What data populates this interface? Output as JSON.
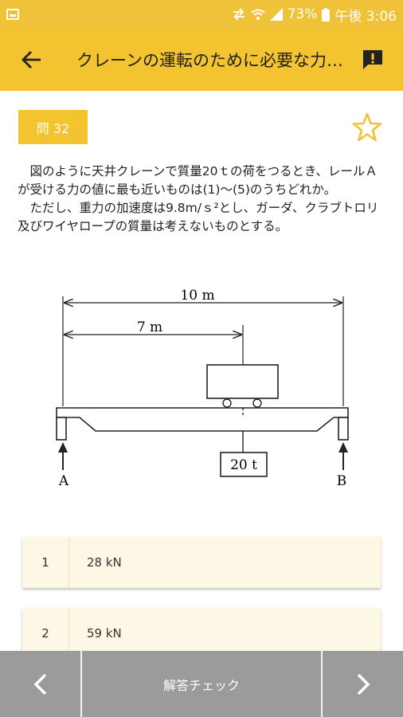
{
  "status_bar": {
    "battery": "73%",
    "time": "午後 3:06",
    "icons": [
      "gallery-icon",
      "data-transfer-icon",
      "wifi-icon",
      "signal-icon",
      "battery-icon"
    ]
  },
  "app_bar": {
    "title": "クレーンの運転のために必要な力…",
    "icons": [
      "back-arrow-icon",
      "feedback-icon"
    ]
  },
  "question": {
    "number": "問 32",
    "paragraph1": "図のように天井クレーンで質量20ｔの荷をつるとき、レールＡが受ける力の値に最も近いものは(1)〜(5)のうちどれか。",
    "paragraph2": "ただし、重力の加速度は9.8m/ｓ²とし、ガーダ、クラブトロリ及びワイヤロープの質量は考えないものとする。"
  },
  "diagram": {
    "total_span": "10 m",
    "load_position": "7 m",
    "load": "20 t",
    "support_a": "A",
    "support_b": "B"
  },
  "choices": [
    {
      "num": "1",
      "value": "28 kN"
    },
    {
      "num": "2",
      "value": "59 kN"
    }
  ],
  "bottom_bar": {
    "check_label": "解答チェック"
  },
  "colors": {
    "primary": "#f3c330",
    "choice_bg": "#fdf8e6",
    "bottom_bar": "#9b9b9b"
  }
}
